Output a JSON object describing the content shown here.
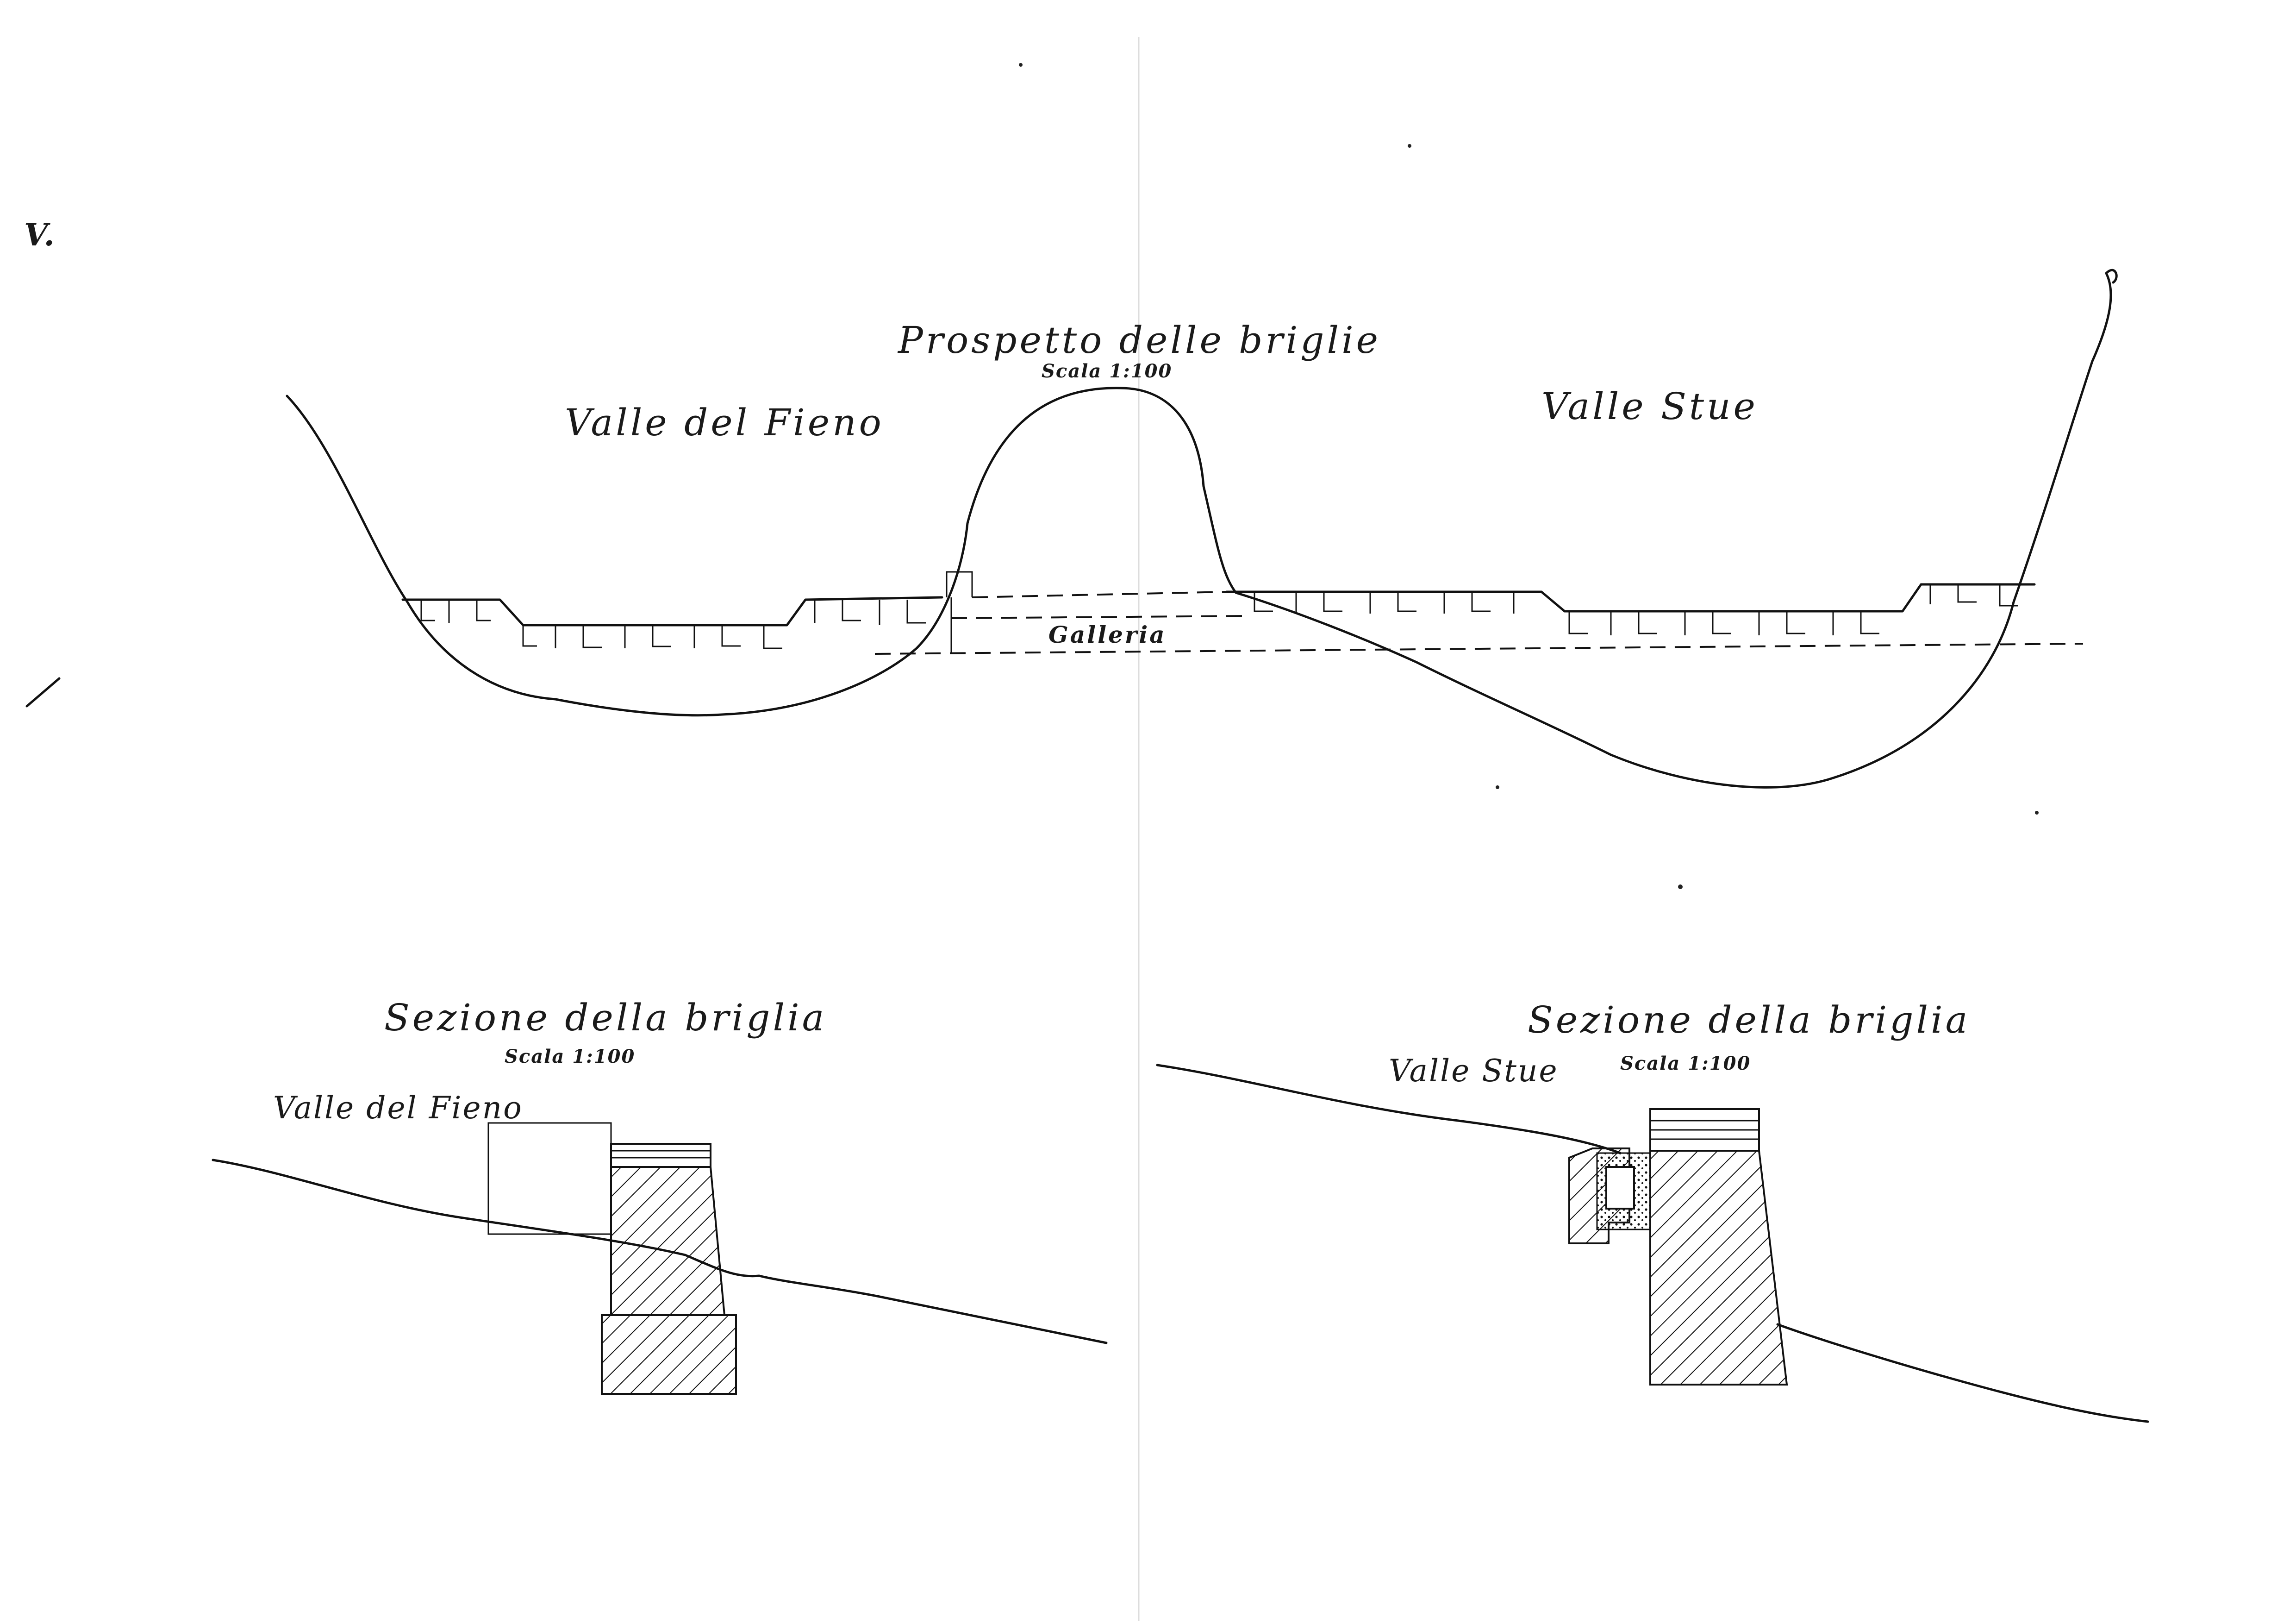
{
  "sheet": {
    "number": "V."
  },
  "elevation": {
    "title": "Prospetto delle briglie",
    "scale": "Scala 1:100",
    "left_valley": "Valle del Fieno",
    "right_valley": "Valle Stue",
    "tunnel_label": "Galleria"
  },
  "section_left": {
    "title": "Sezione della briglia",
    "scale": "Scala 1:100",
    "valley": "Valle del Fieno"
  },
  "section_right": {
    "title": "Sezione della briglia",
    "scale": "Scala 1:100",
    "valley": "Valle Stue"
  }
}
